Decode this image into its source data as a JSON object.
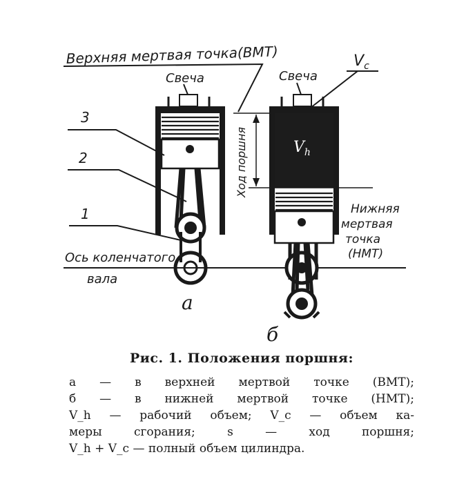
{
  "labels": {
    "tdc_title": "Верхняя мертвая точка(ВМТ)",
    "spark_plug_a": "Свеча",
    "spark_plug_b": "Свеча",
    "vc_symbol": "V",
    "vc_sub": "c",
    "vh_symbol": "V",
    "vh_sub": "h",
    "stroke_label": "Ход поршня",
    "part_3": "3",
    "part_2": "2",
    "part_1": "1",
    "crank_axis_line1": "Ось коленчатого",
    "crank_axis_line2": "вала",
    "bdc_line1": "Нижняя",
    "bdc_line2": "мертвая",
    "bdc_line3": "точка",
    "bdc_line4": "(НМТ)",
    "fig_a": "а",
    "fig_b": "б"
  },
  "caption": {
    "title": "Рис. 1. Положения поршня:",
    "line1": "а — в верхней мертвой точке (ВМТ);",
    "line2": "б — в нижней мертвой точке (НМТ);",
    "line3": "V_h — рабочий объем; V_c — объем ка-",
    "line4": "меры сгорания; s — ход поршня;",
    "line5": "V_h + V_c — полный объем цилиндра."
  }
}
